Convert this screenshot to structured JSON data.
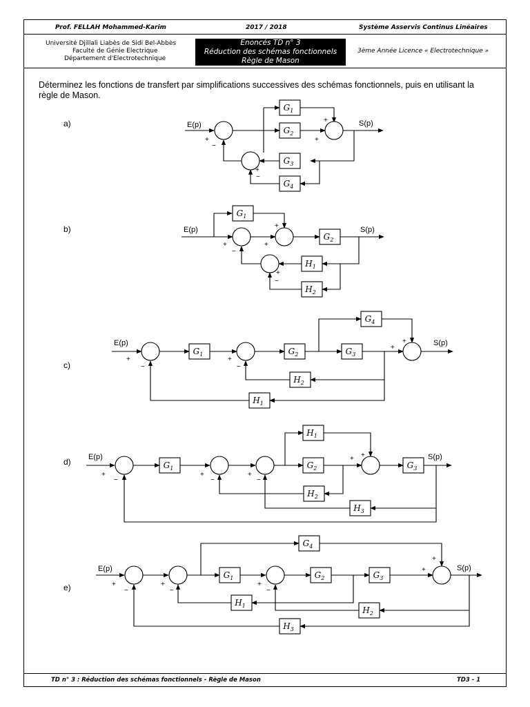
{
  "header": {
    "author": "Prof.  FELLAH Mohammed-Karim",
    "year": "2017 / 2018",
    "course": "Système Asservis Continus Linéaires",
    "institution": [
      "Université Djillali Liabès de Sidi Bel-Abbès",
      "Faculté de Génie Electrique",
      "Département d'Electrotechnique"
    ],
    "title_lines": [
      "Enoncés    TD    n° 3",
      "Réduction des schémas fonctionnels",
      "Règle de Mason"
    ],
    "level": "3ème Année Licence « Electrotechnique »"
  },
  "instruction": "Déterminez les fonctions de transfert par simplifications successives des schémas fonctionnels, puis en utilisant la règle de Mason.",
  "problems": [
    {
      "label": "a)"
    },
    {
      "label": "b)"
    },
    {
      "label": "c)"
    },
    {
      "label": "d)"
    },
    {
      "label": "e)"
    }
  ],
  "signals": {
    "input": "E(p)",
    "output": "S(p)",
    "plus": "+",
    "minus": "−"
  },
  "blocks": {
    "G": {
      "symbol": "G",
      "indices": [
        "1",
        "2",
        "3",
        "4"
      ]
    },
    "H": {
      "symbol": "H",
      "indices": [
        "1",
        "2",
        "3"
      ]
    }
  },
  "footer": {
    "left": "TD n° 3   :  Réduction des schémas fonctionnels - Règle de Mason",
    "right": "TD3 - 1"
  }
}
